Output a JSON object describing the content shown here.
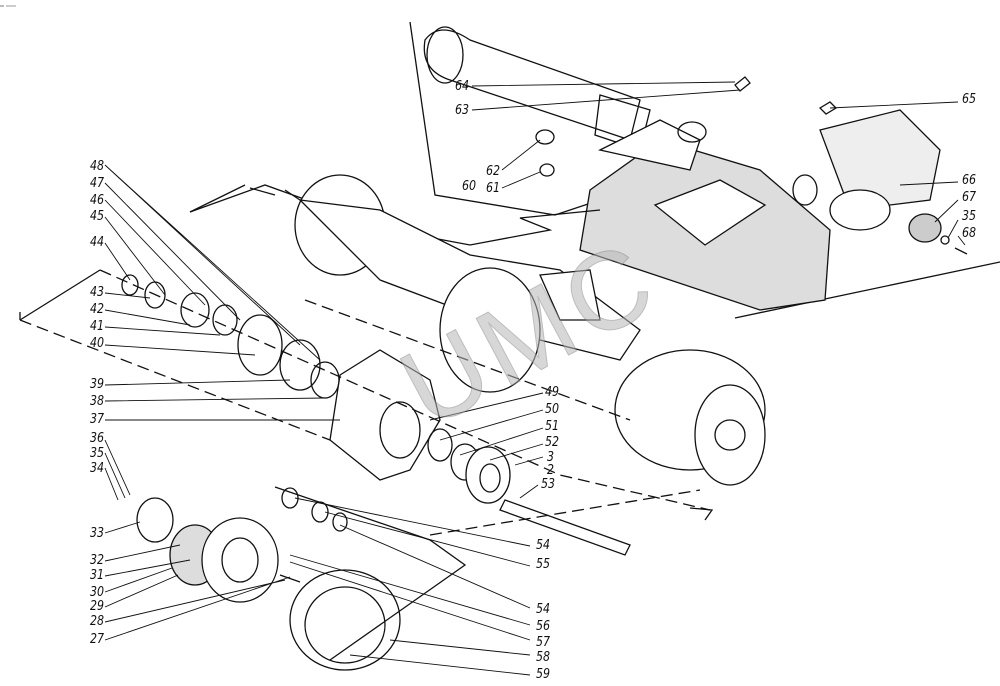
{
  "watermark": "UMC",
  "labels": [
    "64",
    "63",
    "62",
    "61",
    "60",
    "65",
    "66",
    "67",
    "35",
    "68",
    "48",
    "47",
    "46",
    "45",
    "44",
    "43",
    "42",
    "41",
    "40",
    "39",
    "38",
    "37",
    "49",
    "50",
    "51",
    "52",
    "3",
    "2",
    "53",
    "36",
    "35",
    "34",
    "33",
    "32",
    "31",
    "30",
    "29",
    "28",
    "27",
    "54",
    "55",
    "54",
    "56",
    "57",
    "58",
    "59"
  ]
}
